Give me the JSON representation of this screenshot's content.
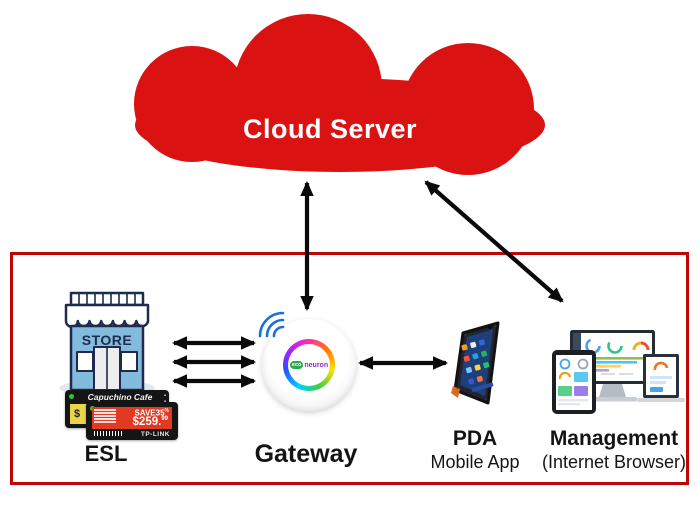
{
  "colors": {
    "cloud_red": "#DB1212",
    "border_red": "#C00505",
    "arrow": "#0A0A0A",
    "store_blue": "#82BBDC",
    "store_outline": "#1E2B4F",
    "esl_red": "#E23A22",
    "esl_yellow": "#EAD54A",
    "led_green": "#2EC82E",
    "wifi_blue": "#1B6FD6",
    "logo_green": "#2FA84F",
    "logo_purple": "#8B2FC9"
  },
  "cloud": {
    "label": "Cloud Server"
  },
  "store": {
    "sign": "STORE"
  },
  "esl": {
    "label": "ESL",
    "back_tag": {
      "brand": "Capuchino Cafe",
      "currency": "$"
    },
    "front_tag": {
      "promo": "SAVE35",
      "promo_unit": "%",
      "price_dollars": "$259.",
      "price_cents": "99",
      "brand": "TP-LINK"
    }
  },
  "gateway": {
    "label": "Gateway",
    "logo_badge": "eco",
    "logo_text": "neuron"
  },
  "pda": {
    "label": "PDA",
    "sublabel": "Mobile App"
  },
  "management": {
    "label": "Management",
    "sublabel": "(Internet Browser)"
  }
}
